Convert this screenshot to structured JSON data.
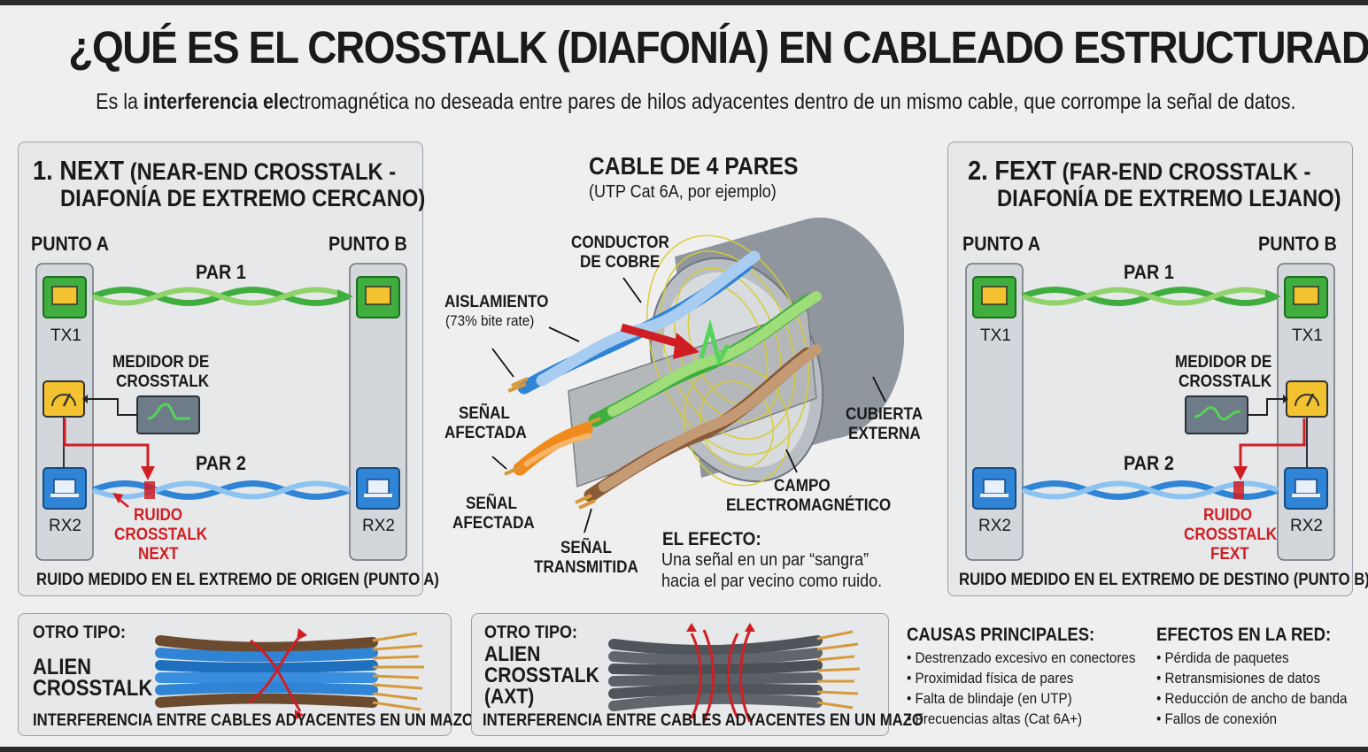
{
  "title": "¿QUÉ ES EL CROSSTALK (DIAFONÍA) EN CABLEADO ESTRUCTURADO?",
  "subtitle": {
    "pre": "Es la ",
    "bold": "interferencia ele",
    "post": "ctromagnética no deseada entre pares de hilos adyacentes dentro de un mismo cable, que corrompe la señal de datos."
  },
  "next": {
    "heading_num": "1. NEXT",
    "heading_rest": " (NEAR-END CROSSTALK -",
    "heading_line2": "DIAFONÍA DE EXTREMO CERCANO)",
    "point_a": "PUNTO A",
    "point_b": "PUNTO B",
    "pair1": "PAR 1",
    "pair2": "PAR 2",
    "tx": "TX1",
    "rx_left": "RX2",
    "rx_right": "RX2",
    "meter_line1": "MEDIDOR DE",
    "meter_line2": "CROSSTALK",
    "noise_line1": "RUIDO",
    "noise_line2": "CROSSTALK",
    "noise_line3": "NEXT",
    "footer": "RUIDO MEDIDO EN EL EXTREMO DE ORIGEN (PUNTO A)"
  },
  "fext": {
    "heading_num": "2. FEXT",
    "heading_rest": " (FAR-END CROSSTALK -",
    "heading_line2": "DIAFONÍA DE EXTREMO LEJANO)",
    "point_a": "PUNTO A",
    "point_b": "PUNTO B",
    "pair1": "PAR 1",
    "pair2": "PAR 2",
    "tx_left": "TX1",
    "tx_right": "TX1",
    "rx_left": "RX2",
    "rx_right": "RX2",
    "meter_line1": "MEDIDOR DE",
    "meter_line2": "CROSSTALK",
    "noise_line1": "RUIDO",
    "noise_line2": "CROSSTALK",
    "noise_line3": "FEXT",
    "footer": "RUIDO MEDIDO EN EL EXTREMO DE DESTINO (PUNTO B)"
  },
  "cable": {
    "title": "CABLE DE 4 PARES",
    "subtitle": "(UTP Cat 6A, por ejemplo)",
    "conductor_line1": "CONDUCTOR",
    "conductor_line2": "DE COBRE",
    "insulation": "AISLAMIENTO",
    "insulation_note": "(73% bite rate)",
    "affected1_line1": "SEÑAL",
    "affected1_line2": "AFECTADA",
    "affected2_line1": "SEÑAL",
    "affected2_line2": "AFECTADA",
    "transmitted_line1": "SEÑAL",
    "transmitted_line2": "TRANSMITIDA",
    "jacket_line1": "CUBIERTA",
    "jacket_line2": "EXTERNA",
    "field_line1": "CAMPO",
    "field_line2": "ELECTROMAGNÉTICO",
    "effect_title": "EL EFECTO:",
    "effect_line1": "Una señal en un par “sangra”",
    "effect_line2": "hacia el par vecino como ruido."
  },
  "alien1": {
    "label": "OTRO TIPO:",
    "name_line1": "ALIEN",
    "name_line2": "CROSSTALK",
    "footer": "INTERFERENCIA ENTRE CABLES ADYACENTES EN UN MAZO"
  },
  "alien2": {
    "label": "OTRO TIPO:",
    "name_line1": "ALIEN",
    "name_line2": "CROSSTALK",
    "name_line3": "(AXT)",
    "footer": "INTERFERENCIA ENTRE CABLES ADYACENTES EN UN MAZO"
  },
  "causes": {
    "title": "CAUSAS PRINCIPALES:",
    "items": [
      "• Destrenzado excesivo en conectores",
      "• Proximidad física de pares",
      "• Falta de blindaje (en UTP)",
      "• Frecuencias altas (Cat 6A+)"
    ]
  },
  "effects": {
    "title": "EFECTOS EN LA RED:",
    "items": [
      "• Pérdida de paquetes",
      "• Retransmisiones de datos",
      "• Reducción de ancho de banda",
      "• Fallos de conexión"
    ]
  },
  "colors": {
    "green": "#3fae3f",
    "blue": "#2f84d6",
    "red": "#d01f24",
    "yellow": "#f2c230",
    "orange": "#f08a1c",
    "brown": "#8a5a36"
  }
}
